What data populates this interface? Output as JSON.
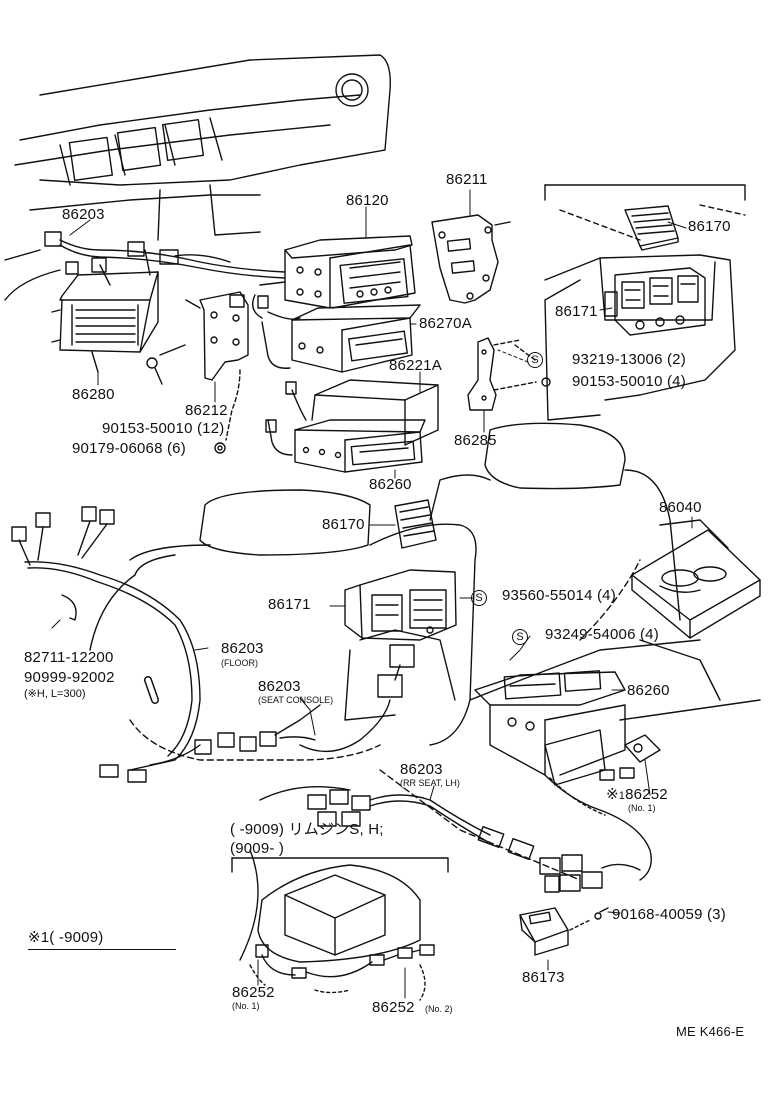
{
  "diagram_code": "ME K466-E",
  "s_symbol": "S",
  "parts": {
    "p86120": "86120",
    "p86211": "86211",
    "p86203_top": "86203",
    "p86170_top": "86170",
    "p86171_top": "86171",
    "p86270A": "86270A",
    "p86280": "86280",
    "p86212": "86212",
    "p86221A": "86221A",
    "p86285": "86285",
    "p86260_top": "86260",
    "p86170_mid": "86170",
    "p86171_mid": "86171",
    "p86040": "86040",
    "p86203_floor": "86203",
    "p86203_console": "86203",
    "p86203_rrseat": "86203",
    "p86260_lower": "86260",
    "p86252_right": "86252",
    "p86173": "86173",
    "p86252_no1": "86252",
    "p86252_no2": "86252"
  },
  "bolts": {
    "b93219": "93219-13006 (2)",
    "b90153_4": "90153-50010 (4)",
    "b90153_12": "90153-50010 (12)",
    "b90179": "90179-06068 (6)",
    "b93560": "93560-55014 (4)",
    "b93249": "93249-54006 (4)",
    "b82711": "82711-12200",
    "b90999": "90999-92002",
    "b90168": "90168-40059 (3)"
  },
  "notes": {
    "floor": "(FLOOR)",
    "seat_console": "(SEAT CONSOLE)",
    "rr_seat": "(RR SEAT, LH)",
    "h_length": "(※H, L=300)",
    "no1_right": "(No. 1)",
    "no1_bottom": "(No. 1)",
    "no2_bottom": "(No. 2)",
    "star_mark": "※",
    "range_line1": "(       -9009) リムジンS, H;",
    "range_line2": "(9009-         )",
    "footnote": "※1(        -9009)"
  }
}
